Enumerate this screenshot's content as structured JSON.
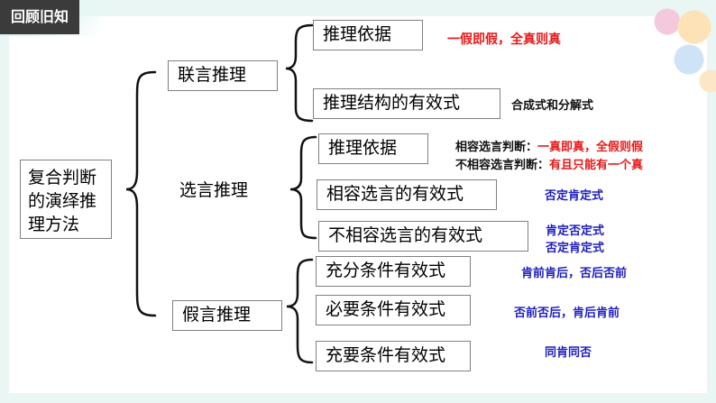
{
  "header": {
    "title": "回顾旧知"
  },
  "root": {
    "label": "复合判断的演绎推理方法"
  },
  "branches": [
    {
      "label": "联言推理",
      "items": [
        {
          "label": "推理依据",
          "note": "一假即假，全真则真"
        },
        {
          "label": "推理结构的有效式",
          "note": "合成式和分解式"
        }
      ]
    },
    {
      "label": "选言推理",
      "items": [
        {
          "label": "推理依据",
          "note_lines": [
            {
              "prefix": "相容选言判断：",
              "rest": "一真即真，全假则假"
            },
            {
              "prefix": "不相容选言判断：",
              "rest": "有且只能有一个真"
            }
          ]
        },
        {
          "label": "相容选言的有效式",
          "note": "否定肯定式"
        },
        {
          "label": "不相容选言的有效式",
          "note_lines": [
            "肯定否定式",
            "否定肯定式"
          ]
        }
      ]
    },
    {
      "label": "假言推理",
      "items": [
        {
          "label": "充分条件有效式",
          "note": "肯前肯后，否后否前"
        },
        {
          "label": "必要条件有效式",
          "note": "否前否后，肯后肯前"
        },
        {
          "label": "充要条件有效式",
          "note": "同肯同否"
        }
      ]
    }
  ],
  "colors": {
    "red_note": "#e61919",
    "blue_note": "#1d1dbf",
    "header_bg": "#3b3b3b"
  }
}
